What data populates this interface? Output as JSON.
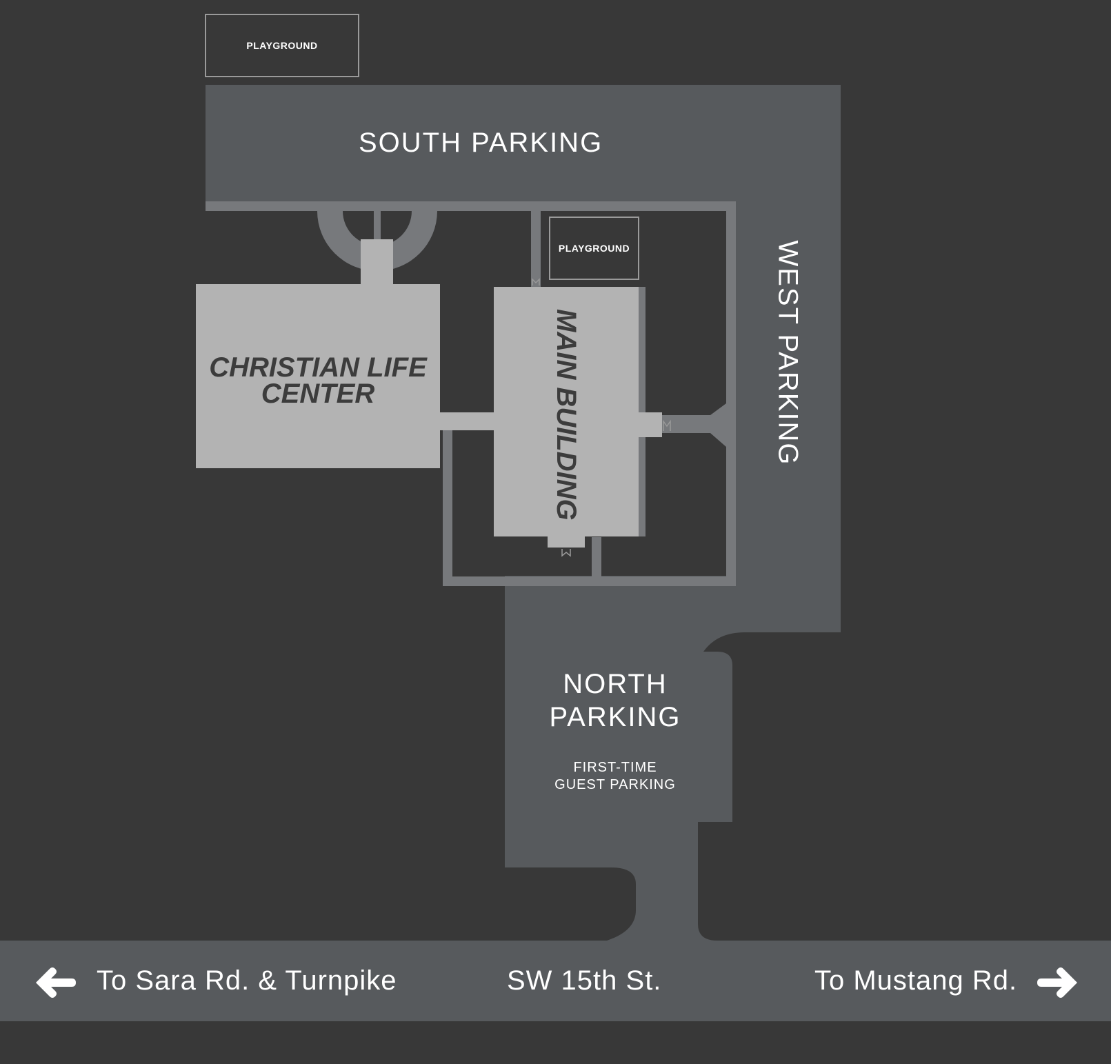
{
  "colors": {
    "background": "#383838",
    "parking_lot": "#575a5d",
    "walkway": "#77797c",
    "building": "#b3b3b3",
    "text_light": "#ffffff",
    "text_dark": "#3c3c3c"
  },
  "playgrounds": {
    "south": "PLAYGROUND",
    "courtyard": "PLAYGROUND"
  },
  "parking": {
    "south": "SOUTH PARKING",
    "west": "WEST PARKING",
    "north_line1": "NORTH",
    "north_line2": "PARKING",
    "guest_line1": "FIRST-TIME",
    "guest_line2": "GUEST PARKING"
  },
  "buildings": {
    "clc_line1": "CHRISTIAN LIFE",
    "clc_line2": "CENTER",
    "main": "MAIN BUILDING"
  },
  "street": {
    "name": "SW 15th St.",
    "left_direction": "To Sara Rd. & Turnpike",
    "right_direction": "To Mustang Rd.",
    "left_icon": "arrow-left-icon",
    "right_icon": "arrow-right-icon"
  }
}
